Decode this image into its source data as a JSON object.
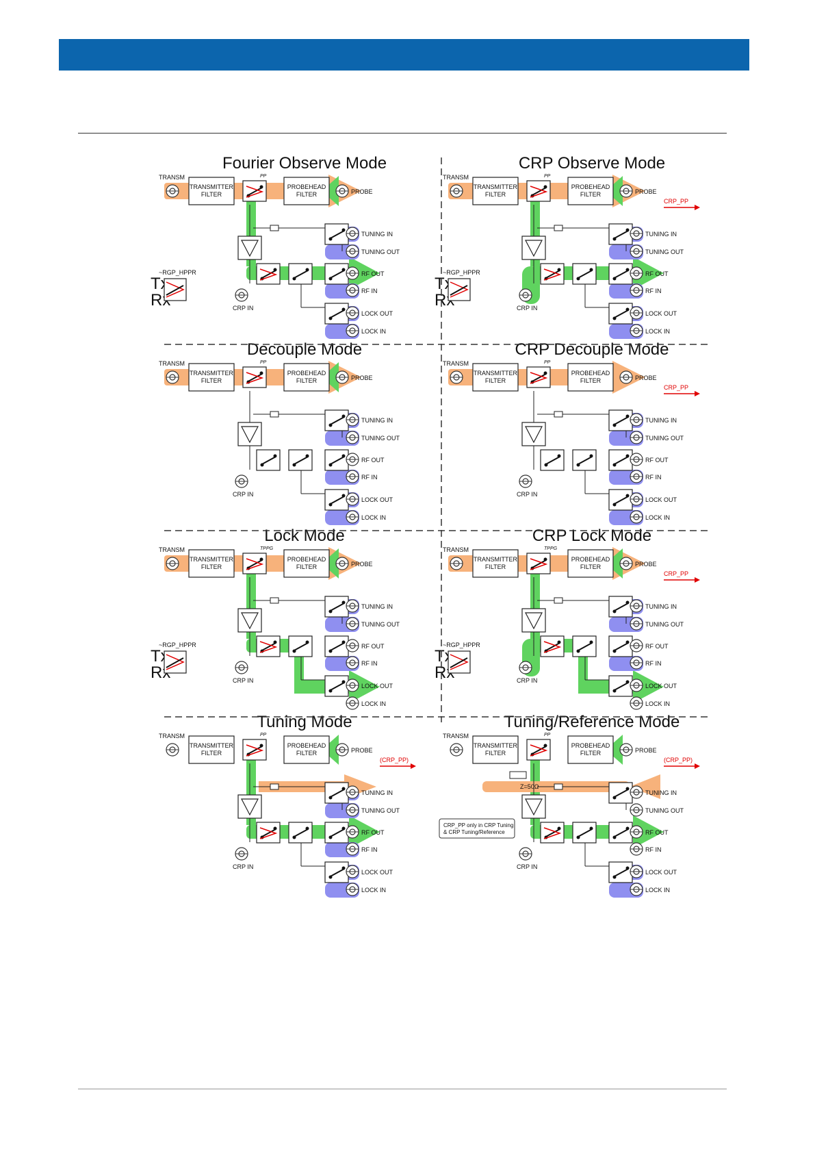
{
  "panels": [
    {
      "title": "Fourier Observe Mode",
      "tx": "TRANSMITTER\nFILTER",
      "pb": "PROBEHEAD\nFILTER",
      "pp": "PP",
      "transm": "TRANSM",
      "probe": "PROBE",
      "crpin": "CRP IN",
      "tuning_in": "TUNING IN",
      "tuning_out": "TUNING OUT",
      "rf_out": "RF OUT",
      "rf_in": "RF IN",
      "lock_out": "LOCK OUT",
      "lock_in": "LOCK IN",
      "rgp": "~RGP_HPPR",
      "txl": "Tx",
      "rxl": "Rx",
      "crp_pp": ""
    },
    {
      "title": "CRP Observe Mode",
      "tx": "TRANSMITTER\nFILTER",
      "pb": "PROBEHEAD\nFILTER",
      "pp": "PP",
      "transm": "TRANSM",
      "probe": "PROBE",
      "crpin": "CRP IN",
      "tuning_in": "TUNING IN",
      "tuning_out": "TUNING OUT",
      "rf_out": "RF OUT",
      "rf_in": "RF IN",
      "lock_out": "LOCK OUT",
      "lock_in": "LOCK IN",
      "rgp": "~RGP_HPPR",
      "txl": "Tx",
      "rxl": "Rx",
      "crp_pp": "CRP_PP"
    },
    {
      "title": "Decouple Mode",
      "tx": "TRANSMITTER\nFILTER",
      "pb": "PROBEHEAD\nFILTER",
      "pp": "PP",
      "transm": "TRANSM",
      "probe": "PROBE",
      "crpin": "CRP IN",
      "tuning_in": "TUNING IN",
      "tuning_out": "TUNING OUT",
      "rf_out": "RF OUT",
      "rf_in": "RF IN",
      "lock_out": "LOCK OUT",
      "lock_in": "LOCK IN",
      "rgp": "",
      "txl": "",
      "rxl": "",
      "crp_pp": ""
    },
    {
      "title": "CRP Decouple Mode",
      "tx": "TRANSMITTER\nFILTER",
      "pb": "PROBEHEAD\nFILTER",
      "pp": "PP",
      "transm": "TRANSM",
      "probe": "PROBE",
      "crpin": "CRP IN",
      "tuning_in": "TUNING IN",
      "tuning_out": "TUNING OUT",
      "rf_out": "RF OUT",
      "rf_in": "RF IN",
      "lock_out": "LOCK OUT",
      "lock_in": "LOCK IN",
      "rgp": "",
      "txl": "",
      "rxl": "",
      "crp_pp": "CRP_PP"
    },
    {
      "title": "Lock Mode",
      "tx": "TRANSMITTER\nFILTER",
      "pb": "PROBEHEAD\nFILTER",
      "pp": "TPPG",
      "transm": "TRANSM",
      "probe": "PROBE",
      "crpin": "CRP IN",
      "tuning_in": "TUNING IN",
      "tuning_out": "TUNING OUT",
      "rf_out": "RF OUT",
      "rf_in": "RF IN",
      "lock_out": "LOCK OUT",
      "lock_in": "LOCK IN",
      "rgp": "~RGP_HPPR",
      "txl": "Tx",
      "rxl": "Rx",
      "crp_pp": ""
    },
    {
      "title": "CRP Lock Mode",
      "tx": "TRANSMITTER\nFILTER",
      "pb": "PROBEHEAD\nFILTER",
      "pp": "TPPG",
      "transm": "TRANSM",
      "probe": "PROBE",
      "crpin": "CRP IN",
      "tuning_in": "TUNING IN",
      "tuning_out": "TUNING OUT",
      "rf_out": "RF OUT",
      "rf_in": "RF IN",
      "lock_out": "LOCK OUT",
      "lock_in": "LOCK IN",
      "rgp": "~RGP_HPPR",
      "txl": "Tx",
      "rxl": "Rx",
      "crp_pp": "CRP_PP"
    },
    {
      "title": "Tuning Mode",
      "tx": "TRANSMITTER\nFILTER",
      "pb": "PROBEHEAD\nFILTER",
      "pp": "PP",
      "transm": "TRANSM",
      "probe": "PROBE",
      "crpin": "CRP IN",
      "tuning_in": "TUNING IN",
      "tuning_out": "TUNING OUT",
      "rf_out": "RF OUT",
      "rf_in": "RF IN",
      "lock_out": "LOCK OUT",
      "lock_in": "LOCK IN",
      "rgp": "",
      "txl": "",
      "rxl": "",
      "crp_pp": "(CRP_PP)"
    },
    {
      "title": "Tuning/Reference Mode",
      "tx": "TRANSMITTER\nFILTER",
      "pb": "PROBEHEAD\nFILTER",
      "pp": "PP",
      "transm": "TRANSM",
      "probe": "PROBE",
      "crpin": "CRP IN",
      "tuning_in": "TUNING IN",
      "tuning_out": "TUNING OUT",
      "rf_out": "RF OUT",
      "rf_in": "RF IN",
      "lock_out": "LOCK OUT",
      "lock_in": "LOCK IN",
      "rgp": "",
      "txl": "",
      "rxl": "",
      "crp_pp": "(CRP_PP)"
    }
  ],
  "z_label": "Z=50Ω",
  "note": [
    "CRP_PP only in CRP Tuning",
    "& CRP Tuning/Reference"
  ],
  "colors": {
    "banner": "#0c65ad",
    "orange": "#f7b27b",
    "green": "#5fd35f",
    "blue": "#8f8ff0",
    "red": "#e00000"
  }
}
